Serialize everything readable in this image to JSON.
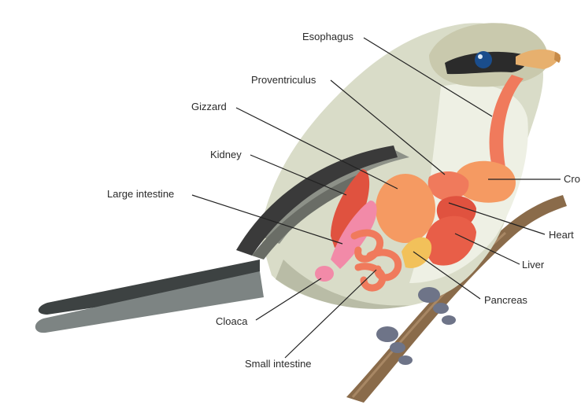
{
  "labels": {
    "esophagus": "Esophagus",
    "proventriculus": "Proventriculus",
    "gizzard": "Gizzard",
    "kidney": "Kidney",
    "large_intestine": "Large intestine",
    "crop": "Cro",
    "heart": "Heart",
    "liver": "Liver",
    "pancreas": "Pancreas",
    "cloaca": "Cloaca",
    "small_intestine": "Small intestine"
  },
  "colors": {
    "background": "#ffffff",
    "body": "#d9dcc8",
    "body_shadow": "#b9bca6",
    "chest": "#eef0e4",
    "head": "#c9c9ad",
    "mask": "#2b2b2b",
    "wing_dark": "#3a3a3a",
    "wing_grey": "#8d9188",
    "tail": "#555a5a",
    "beak": "#e7b06e",
    "eye": "#1a4d8c",
    "branch": "#8a6b4a",
    "feet": "#6e7488",
    "organ_red": "#f07a5c",
    "organ_orange": "#f59a62",
    "organ_dark": "#e0523f",
    "organ_pink": "#f28aa8",
    "pancreas": "#f2c15a",
    "leader_line": "#222222"
  }
}
